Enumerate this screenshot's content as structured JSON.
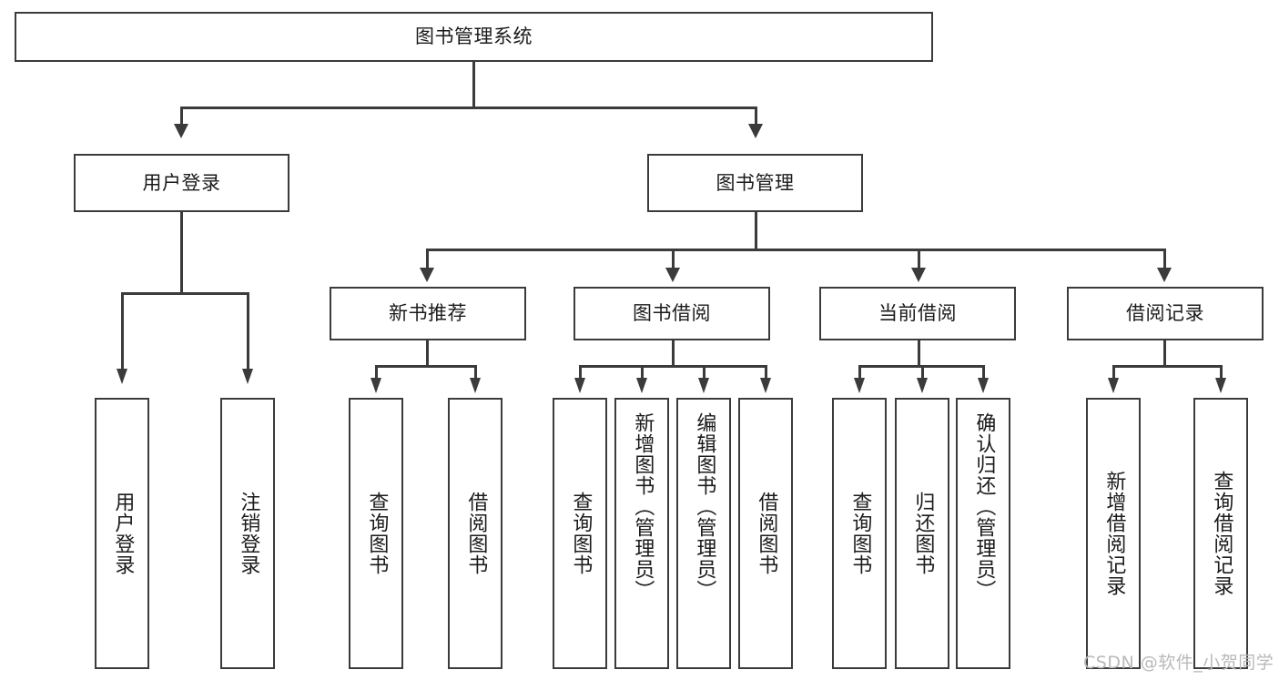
{
  "diagram": {
    "type": "tree-hierarchy",
    "title": "图书管理系统",
    "root": {
      "label": "图书管理系统"
    },
    "level2": [
      {
        "label": "用户登录"
      },
      {
        "label": "图书管理"
      }
    ],
    "level3": [
      {
        "label": "新书推荐"
      },
      {
        "label": "图书借阅"
      },
      {
        "label": "当前借阅"
      },
      {
        "label": "借阅记录"
      }
    ],
    "leaves": {
      "user_login": [
        {
          "label": "用户登录"
        },
        {
          "label": "注销登录"
        }
      ],
      "new_book_recommend": [
        {
          "label": "查询图书"
        },
        {
          "label": "借阅图书"
        }
      ],
      "book_borrow": [
        {
          "label": "查询图书"
        },
        {
          "label": "新增图书（管理员）"
        },
        {
          "label": "编辑图书（管理员）"
        },
        {
          "label": "借阅图书"
        }
      ],
      "current_borrow": [
        {
          "label": "查询图书"
        },
        {
          "label": "归还图书"
        },
        {
          "label": "确认归还（管理员）"
        }
      ],
      "borrow_record": [
        {
          "label": "新增借阅记录"
        },
        {
          "label": "查询借阅记录"
        }
      ]
    }
  },
  "watermark": {
    "text": "CSDN @软件_小贺同学"
  },
  "colors": {
    "stroke": "#3b3b3b",
    "background": "#ffffff",
    "text": "#1b1b1b",
    "watermark": "#b9b9b9"
  }
}
